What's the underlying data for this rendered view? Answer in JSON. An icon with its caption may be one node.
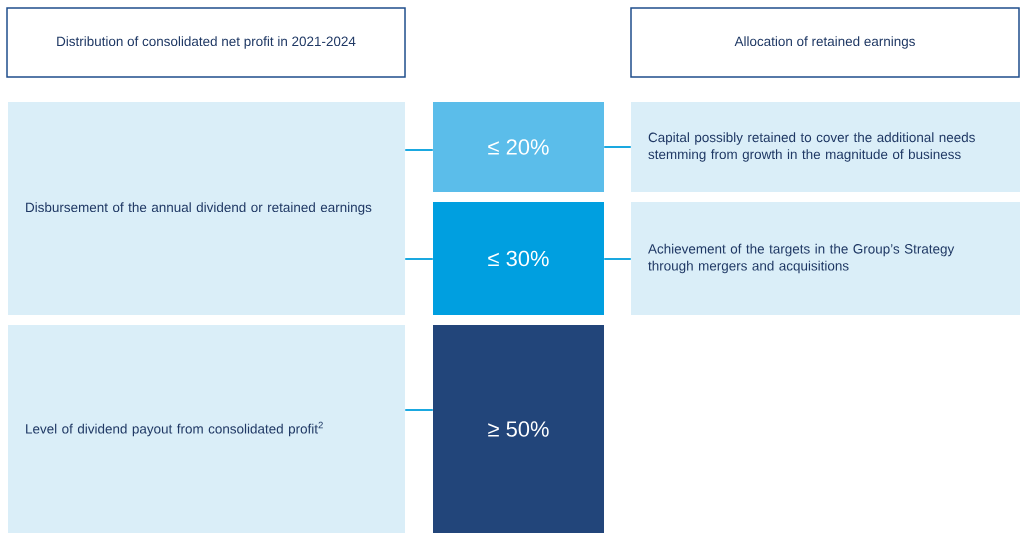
{
  "diagram": {
    "nodes": [
      {
        "text": [
          "Distribution of consolidated net profit in 2021-2024"
        ]
      },
      {
        "text": [
          "Allocation of retained earnings"
        ]
      },
      {
        "text": [
          "Disbursement of the annual dividend or retained earnings"
        ]
      },
      {
        "text": [
          "Level of dividend payout from consolidated profit$^{2}$"
        ]
      },
      {
        "text": [
          "≤ 20%"
        ]
      },
      {
        "text": [
          "≤ 30%"
        ]
      },
      {
        "text": [
          "≥ 50%"
        ]
      },
      {
        "text": [
          "Capital possibly retained to cover the additional needs stemming from growth in the magnitude of business"
        ]
      },
      {
        "text": [
          "Achievement of the targets in the Group’s Strategy through mergers and acquisitions"
        ]
      }
    ],
    "edges": [
      {
        "from": 2,
        "to": 4,
        "arrow": "none"
      },
      {
        "from": 2,
        "to": 5,
        "arrow": "none"
      },
      {
        "from": 3,
        "to": 6,
        "arrow": "none"
      },
      {
        "from": 4,
        "to": 7,
        "arrow": "none"
      },
      {
        "from": 5,
        "to": 8,
        "arrow": "none"
      }
    ]
  }
}
